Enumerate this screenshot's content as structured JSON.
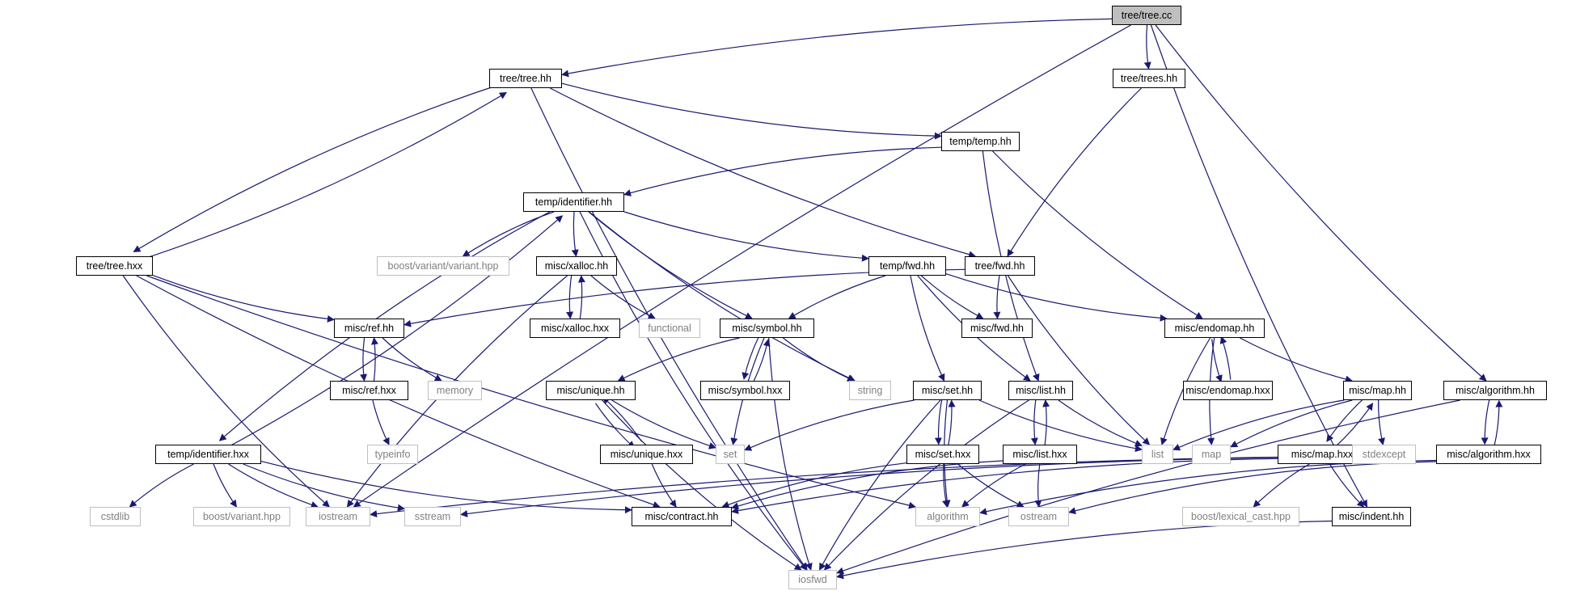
{
  "root": "tree/tree.cc",
  "colors": {
    "edge": "#191970",
    "root_fill": "#bfbfbf",
    "internal_border": "#000000",
    "external_border": "#bfbfbf",
    "external_text": "#808080"
  },
  "nodes": [
    {
      "id": "tree_cc",
      "label": "tree/tree.cc",
      "kind": "root"
    },
    {
      "id": "tree_hh",
      "label": "tree/tree.hh",
      "kind": "internal"
    },
    {
      "id": "trees_hh",
      "label": "tree/trees.hh",
      "kind": "internal"
    },
    {
      "id": "temp_hh",
      "label": "temp/temp.hh",
      "kind": "internal"
    },
    {
      "id": "identifier_hh",
      "label": "temp/identifier.hh",
      "kind": "internal"
    },
    {
      "id": "tree_hxx",
      "label": "tree/tree.hxx",
      "kind": "internal"
    },
    {
      "id": "boost_variant_variant_hpp",
      "label": "boost/variant/variant.hpp",
      "kind": "external"
    },
    {
      "id": "xalloc_hh",
      "label": "misc/xalloc.hh",
      "kind": "internal"
    },
    {
      "id": "temp_fwd_hh",
      "label": "temp/fwd.hh",
      "kind": "internal"
    },
    {
      "id": "tree_fwd_hh",
      "label": "tree/fwd.hh",
      "kind": "internal"
    },
    {
      "id": "ref_hh",
      "label": "misc/ref.hh",
      "kind": "internal"
    },
    {
      "id": "xalloc_hxx",
      "label": "misc/xalloc.hxx",
      "kind": "internal"
    },
    {
      "id": "functional",
      "label": "functional",
      "kind": "external"
    },
    {
      "id": "symbol_hh",
      "label": "misc/symbol.hh",
      "kind": "internal"
    },
    {
      "id": "misc_fwd_hh",
      "label": "misc/fwd.hh",
      "kind": "internal"
    },
    {
      "id": "endomap_hh",
      "label": "misc/endomap.hh",
      "kind": "internal"
    },
    {
      "id": "ref_hxx",
      "label": "misc/ref.hxx",
      "kind": "internal"
    },
    {
      "id": "memory",
      "label": "memory",
      "kind": "external"
    },
    {
      "id": "unique_hh",
      "label": "misc/unique.hh",
      "kind": "internal"
    },
    {
      "id": "symbol_hxx",
      "label": "misc/symbol.hxx",
      "kind": "internal"
    },
    {
      "id": "string",
      "label": "string",
      "kind": "external"
    },
    {
      "id": "set_hh",
      "label": "misc/set.hh",
      "kind": "internal"
    },
    {
      "id": "list_hh",
      "label": "misc/list.hh",
      "kind": "internal"
    },
    {
      "id": "endomap_hxx",
      "label": "misc/endomap.hxx",
      "kind": "internal"
    },
    {
      "id": "map_hh",
      "label": "misc/map.hh",
      "kind": "internal"
    },
    {
      "id": "algorithm_hh",
      "label": "misc/algorithm.hh",
      "kind": "internal"
    },
    {
      "id": "typeinfo",
      "label": "typeinfo",
      "kind": "external"
    },
    {
      "id": "unique_hxx",
      "label": "misc/unique.hxx",
      "kind": "internal"
    },
    {
      "id": "set",
      "label": "set",
      "kind": "external"
    },
    {
      "id": "set_hxx",
      "label": "misc/set.hxx",
      "kind": "internal"
    },
    {
      "id": "list_hxx",
      "label": "misc/list.hxx",
      "kind": "internal"
    },
    {
      "id": "list",
      "label": "list",
      "kind": "external"
    },
    {
      "id": "map",
      "label": "map",
      "kind": "external"
    },
    {
      "id": "map_hxx",
      "label": "misc/map.hxx",
      "kind": "internal"
    },
    {
      "id": "stdexcept",
      "label": "stdexcept",
      "kind": "external"
    },
    {
      "id": "algorithm_hxx",
      "label": "misc/algorithm.hxx",
      "kind": "internal"
    },
    {
      "id": "identifier_hxx",
      "label": "temp/identifier.hxx",
      "kind": "internal"
    },
    {
      "id": "cstdlib",
      "label": "cstdlib",
      "kind": "external"
    },
    {
      "id": "boost_variant_hpp",
      "label": "boost/variant.hpp",
      "kind": "external"
    },
    {
      "id": "iostream",
      "label": "iostream",
      "kind": "external"
    },
    {
      "id": "sstream",
      "label": "sstream",
      "kind": "external"
    },
    {
      "id": "contract_hh",
      "label": "misc/contract.hh",
      "kind": "internal"
    },
    {
      "id": "algorithm",
      "label": "algorithm",
      "kind": "external"
    },
    {
      "id": "ostream",
      "label": "ostream",
      "kind": "external"
    },
    {
      "id": "boost_lexical_cast_hpp",
      "label": "boost/lexical_cast.hpp",
      "kind": "external"
    },
    {
      "id": "indent_hh",
      "label": "misc/indent.hh",
      "kind": "internal"
    },
    {
      "id": "iosfwd",
      "label": "iosfwd",
      "kind": "external"
    }
  ],
  "edges": [
    [
      "tree_cc",
      "tree_hh"
    ],
    [
      "tree_cc",
      "trees_hh"
    ],
    [
      "tree_cc",
      "iostream"
    ],
    [
      "tree_cc",
      "algorithm_hh"
    ],
    [
      "tree_cc",
      "indent_hh"
    ],
    [
      "tree_hh",
      "temp_hh"
    ],
    [
      "tree_hh",
      "tree_hxx"
    ],
    [
      "tree_hh",
      "tree_fwd_hh"
    ],
    [
      "tree_hh",
      "iosfwd"
    ],
    [
      "tree_hxx",
      "tree_hh"
    ],
    [
      "tree_hxx",
      "ref_hh"
    ],
    [
      "tree_hxx",
      "iostream"
    ],
    [
      "tree_hxx",
      "contract_hh"
    ],
    [
      "tree_hxx",
      "algorithm"
    ],
    [
      "trees_hh",
      "tree_fwd_hh"
    ],
    [
      "temp_hh",
      "identifier_hh"
    ],
    [
      "temp_hh",
      "list_hh"
    ],
    [
      "temp_hh",
      "endomap_hh"
    ],
    [
      "identifier_hh",
      "boost_variant_variant_hpp"
    ],
    [
      "identifier_hh",
      "xalloc_hh"
    ],
    [
      "identifier_hh",
      "temp_fwd_hh"
    ],
    [
      "identifier_hh",
      "symbol_hh"
    ],
    [
      "identifier_hh",
      "string"
    ],
    [
      "identifier_hh",
      "identifier_hxx"
    ],
    [
      "identifier_hh",
      "iosfwd"
    ],
    [
      "identifier_hxx",
      "identifier_hh"
    ],
    [
      "identifier_hxx",
      "cstdlib"
    ],
    [
      "identifier_hxx",
      "boost_variant_hpp"
    ],
    [
      "identifier_hxx",
      "iostream"
    ],
    [
      "identifier_hxx",
      "sstream"
    ],
    [
      "identifier_hxx",
      "contract_hh"
    ],
    [
      "xalloc_hh",
      "xalloc_hxx"
    ],
    [
      "xalloc_hh",
      "functional"
    ],
    [
      "xalloc_hh",
      "iostream"
    ],
    [
      "xalloc_hxx",
      "xalloc_hh"
    ],
    [
      "temp_fwd_hh",
      "symbol_hh"
    ],
    [
      "temp_fwd_hh",
      "misc_fwd_hh"
    ],
    [
      "temp_fwd_hh",
      "endomap_hh"
    ],
    [
      "temp_fwd_hh",
      "set_hh"
    ],
    [
      "temp_fwd_hh",
      "list_hh"
    ],
    [
      "tree_fwd_hh",
      "ref_hh"
    ],
    [
      "tree_fwd_hh",
      "misc_fwd_hh"
    ],
    [
      "tree_fwd_hh",
      "list"
    ],
    [
      "ref_hh",
      "ref_hxx"
    ],
    [
      "ref_hh",
      "memory"
    ],
    [
      "ref_hxx",
      "ref_hh"
    ],
    [
      "ref_hxx",
      "typeinfo"
    ],
    [
      "symbol_hh",
      "unique_hh"
    ],
    [
      "symbol_hh",
      "symbol_hxx"
    ],
    [
      "symbol_hh",
      "string"
    ],
    [
      "symbol_hh",
      "set"
    ],
    [
      "symbol_hh",
      "iosfwd"
    ],
    [
      "symbol_hxx",
      "symbol_hh"
    ],
    [
      "unique_hh",
      "unique_hxx"
    ],
    [
      "unique_hh",
      "set"
    ],
    [
      "unique_hh",
      "iosfwd"
    ],
    [
      "unique_hxx",
      "unique_hh"
    ],
    [
      "unique_hxx",
      "contract_hh"
    ],
    [
      "endomap_hh",
      "endomap_hxx"
    ],
    [
      "endomap_hh",
      "map_hh"
    ],
    [
      "endomap_hh",
      "list"
    ],
    [
      "endomap_hh",
      "map"
    ],
    [
      "endomap_hxx",
      "endomap_hh"
    ],
    [
      "map_hh",
      "map_hxx"
    ],
    [
      "map_hh",
      "map"
    ],
    [
      "map_hh",
      "stdexcept"
    ],
    [
      "map_hh",
      "list"
    ],
    [
      "map_hxx",
      "map_hh"
    ],
    [
      "map_hxx",
      "iostream"
    ],
    [
      "map_hxx",
      "sstream"
    ],
    [
      "map_hxx",
      "contract_hh"
    ],
    [
      "map_hxx",
      "boost_lexical_cast_hpp"
    ],
    [
      "map_hxx",
      "indent_hh"
    ],
    [
      "set_hh",
      "set_hxx"
    ],
    [
      "set_hh",
      "set"
    ],
    [
      "set_hh",
      "list"
    ],
    [
      "set_hh",
      "algorithm"
    ],
    [
      "set_hh",
      "iosfwd"
    ],
    [
      "set_hxx",
      "set_hh"
    ],
    [
      "set_hxx",
      "contract_hh"
    ],
    [
      "set_hxx",
      "algorithm"
    ],
    [
      "set_hxx",
      "ostream"
    ],
    [
      "list_hh",
      "list_hxx"
    ],
    [
      "list_hh",
      "list"
    ],
    [
      "list_hh",
      "iosfwd"
    ],
    [
      "list_hxx",
      "list_hh"
    ],
    [
      "list_hxx",
      "contract_hh"
    ],
    [
      "list_hxx",
      "algorithm"
    ],
    [
      "list_hxx",
      "ostream"
    ],
    [
      "algorithm_hh",
      "algorithm_hxx"
    ],
    [
      "algorithm_hh",
      "iosfwd"
    ],
    [
      "algorithm_hxx",
      "algorithm_hh"
    ],
    [
      "algorithm_hxx",
      "algorithm"
    ],
    [
      "algorithm_hxx",
      "ostream"
    ],
    [
      "indent_hh",
      "iosfwd"
    ]
  ]
}
